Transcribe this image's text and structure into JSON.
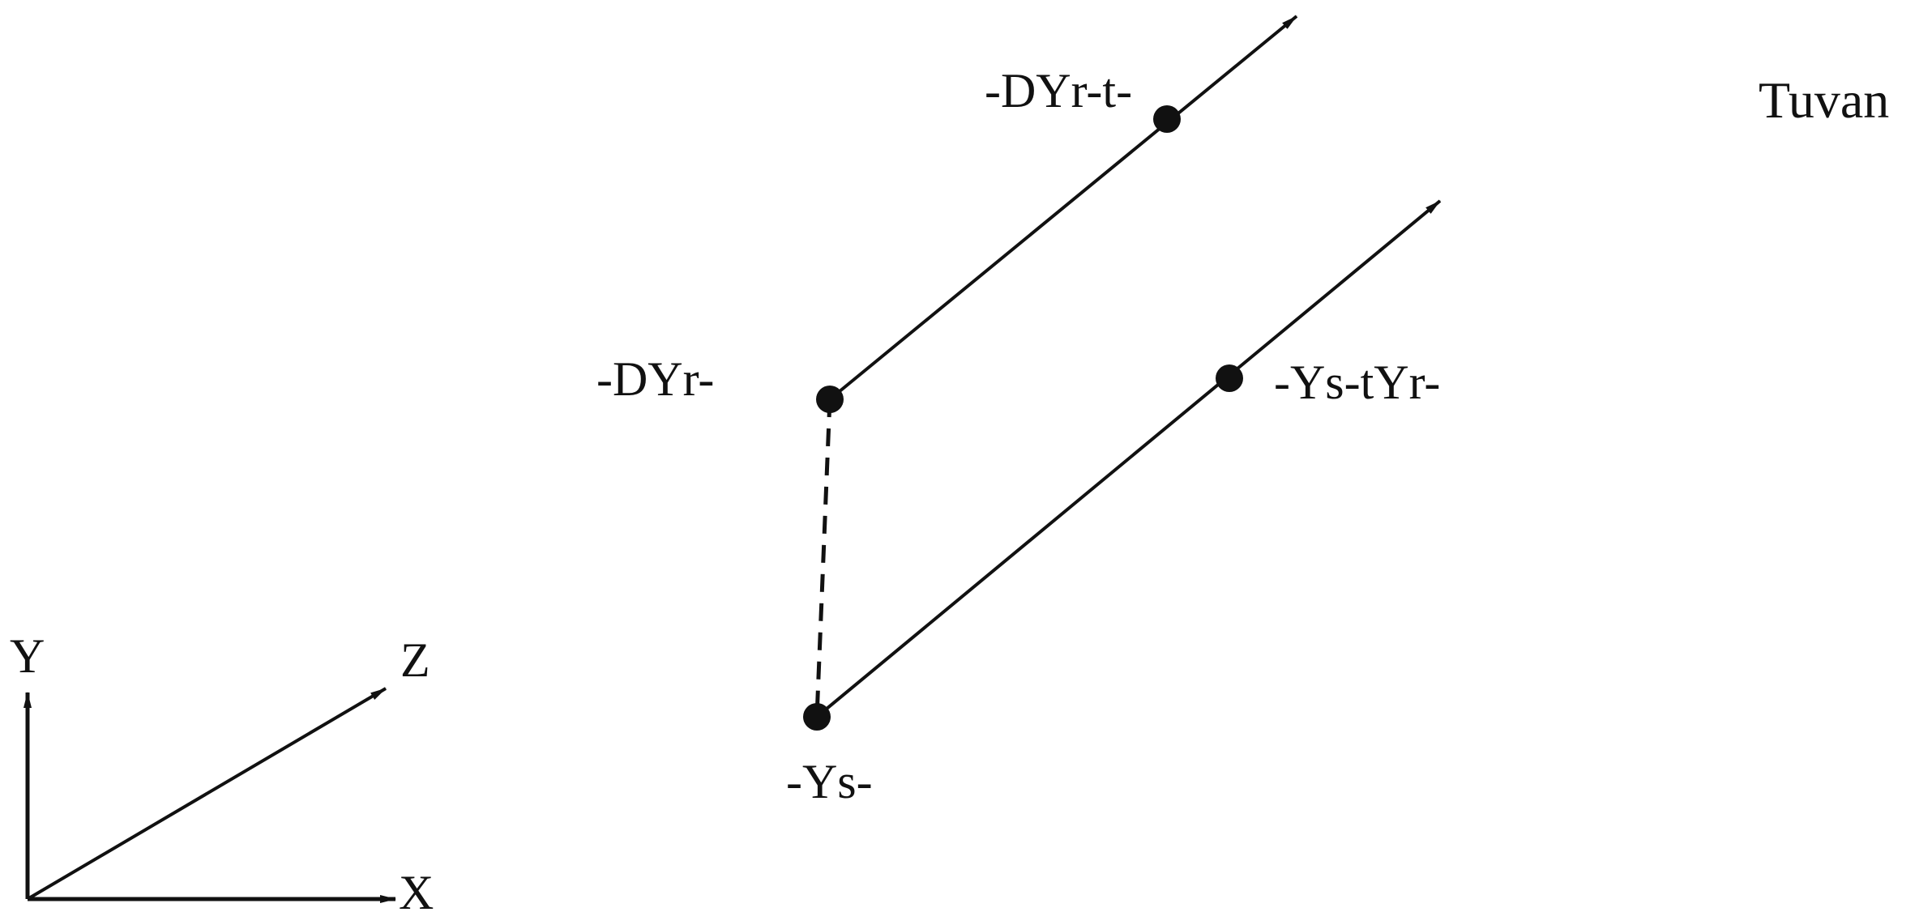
{
  "title": "Tuvan",
  "nodes": {
    "dyr_t": "-DYr-t-",
    "dyr": "-DYr-",
    "ys_tyr": "-Ys-tYr-",
    "ys": "-Ys-"
  },
  "axes": {
    "x": "X",
    "y": "Y",
    "z": "Z"
  },
  "colors": {
    "ink": "#111111",
    "background": "#ffffff"
  }
}
